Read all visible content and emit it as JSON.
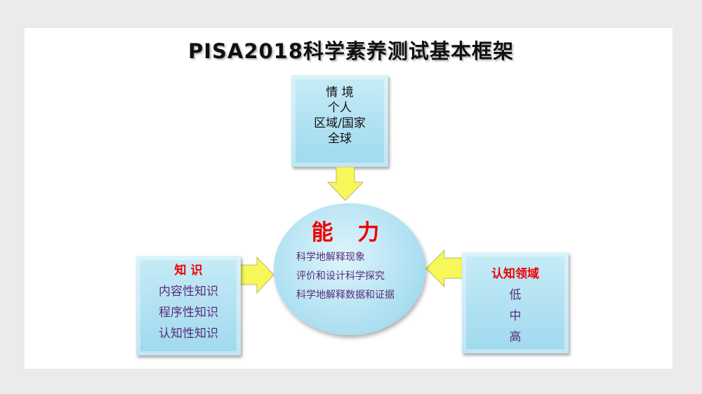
{
  "title": "PISA2018科学素养测试基本框架",
  "context": {
    "heading": "情 境",
    "items": [
      "个人",
      "区域/国家",
      "全球"
    ]
  },
  "competency": {
    "heading": "能 力",
    "items": [
      "科学地解释现象",
      "评价和设计科学探究",
      "科学地解释数据和证据"
    ]
  },
  "knowledge": {
    "heading": "知 识",
    "items": [
      "内容性知识",
      "程序性知识",
      "认知性知识"
    ]
  },
  "cognitive": {
    "heading": "认知领域",
    "items": [
      "低",
      "中",
      "高"
    ]
  },
  "colors": {
    "arrow": "#f7f75a",
    "box": "#b5e3f3",
    "heading": "#e00000",
    "text": "#5a2d7a"
  }
}
